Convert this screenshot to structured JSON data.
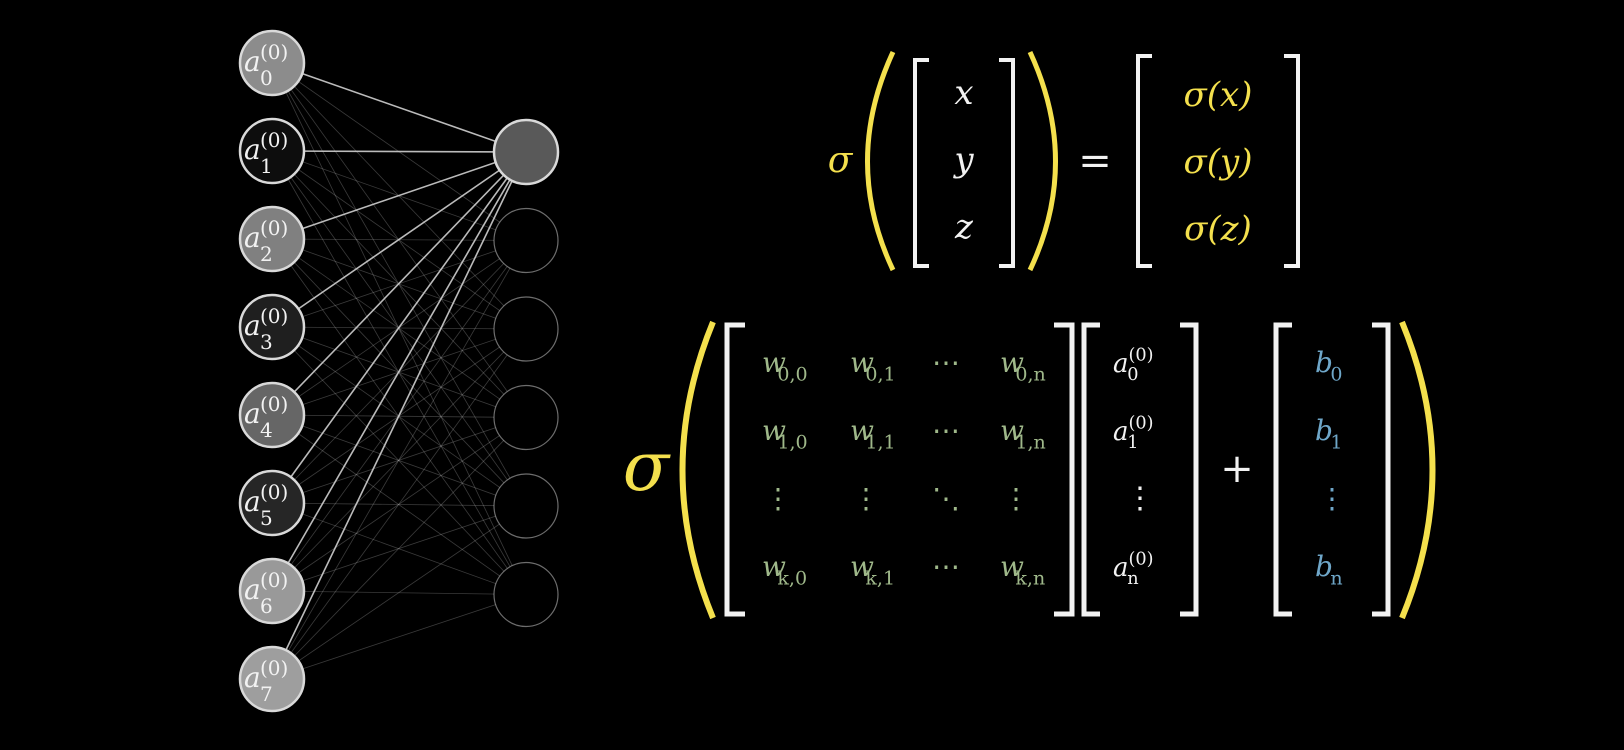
{
  "colors": {
    "background": "#000000",
    "white": "#f2f2f2",
    "yellow": "#f4e04d",
    "green": "#9fb88a",
    "blue": "#6fa7c9",
    "edge": "#cfcfcf",
    "neuron_outline": "#d9d9d9"
  },
  "network": {
    "input_layer": [
      {
        "base": "a",
        "sub": "0",
        "sup": "(0)",
        "activation": 0.55
      },
      {
        "base": "a",
        "sub": "1",
        "sup": "(0)",
        "activation": 0.05
      },
      {
        "base": "a",
        "sub": "2",
        "sup": "(0)",
        "activation": 0.5
      },
      {
        "base": "a",
        "sub": "3",
        "sup": "(0)",
        "activation": 0.12
      },
      {
        "base": "a",
        "sub": "4",
        "sup": "(0)",
        "activation": 0.4
      },
      {
        "base": "a",
        "sub": "5",
        "sup": "(0)",
        "activation": 0.15
      },
      {
        "base": "a",
        "sub": "6",
        "sup": "(0)",
        "activation": 0.6
      },
      {
        "base": "a",
        "sub": "7",
        "sup": "(0)",
        "activation": 0.62
      }
    ],
    "output_layer": [
      {
        "activation": 0.35,
        "highlighted": true
      },
      {
        "activation": 0,
        "highlighted": false
      },
      {
        "activation": 0,
        "highlighted": false
      },
      {
        "activation": 0,
        "highlighted": false
      },
      {
        "activation": 0,
        "highlighted": false
      },
      {
        "activation": 0,
        "highlighted": false
      }
    ]
  },
  "equation1": {
    "fn": "σ",
    "vector": [
      "x",
      "y",
      "z"
    ],
    "equals": "=",
    "result": [
      "σ(x)",
      "σ(y)",
      "σ(z)"
    ]
  },
  "equation2": {
    "fn": "σ",
    "weights": [
      [
        {
          "b": "w",
          "s": "0,0"
        },
        {
          "b": "w",
          "s": "0,1"
        },
        {
          "b": "⋯",
          "s": ""
        },
        {
          "b": "w",
          "s": "0,n"
        }
      ],
      [
        {
          "b": "w",
          "s": "1,0"
        },
        {
          "b": "w",
          "s": "1,1"
        },
        {
          "b": "⋯",
          "s": ""
        },
        {
          "b": "w",
          "s": "1,n"
        }
      ],
      [
        {
          "b": "⋮",
          "s": ""
        },
        {
          "b": "⋮",
          "s": ""
        },
        {
          "b": "⋱",
          "s": ""
        },
        {
          "b": "⋮",
          "s": ""
        }
      ],
      [
        {
          "b": "w",
          "s": "k,0"
        },
        {
          "b": "w",
          "s": "k,1"
        },
        {
          "b": "⋯",
          "s": ""
        },
        {
          "b": "w",
          "s": "k,n"
        }
      ]
    ],
    "activations": [
      {
        "b": "a",
        "s": "0",
        "sup": "(0)"
      },
      {
        "b": "a",
        "s": "1",
        "sup": "(0)"
      },
      {
        "b": "⋮",
        "s": "",
        "sup": ""
      },
      {
        "b": "a",
        "s": "n",
        "sup": "(0)"
      }
    ],
    "plus": "+",
    "biases": [
      {
        "b": "b",
        "s": "0"
      },
      {
        "b": "b",
        "s": "1"
      },
      {
        "b": "⋮",
        "s": ""
      },
      {
        "b": "b",
        "s": "n"
      }
    ]
  }
}
